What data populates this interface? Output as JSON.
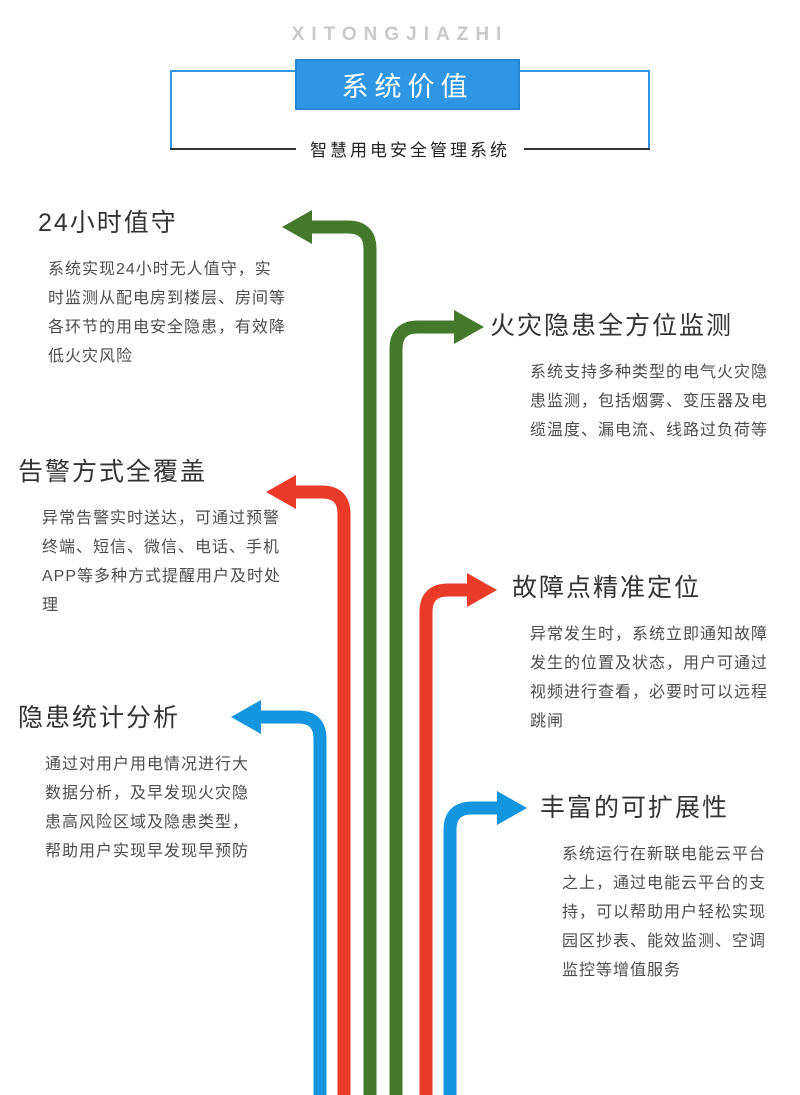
{
  "header": {
    "watermark": "XITONGJIAZHI",
    "title": "系统价值",
    "subtitle": "智慧用电安全管理系统"
  },
  "colors": {
    "green": "#44792b",
    "red": "#e93b28",
    "blue": "#1495e0",
    "title_bg": "#2e96e4",
    "bracket": "#2e96e4"
  },
  "features": {
    "left": [
      {
        "title": "24小时值守",
        "body": "系统实现24小时无人值守，实时监测从配电房到楼层、房间等各环节的用电安全隐患，有效降低火灾风险"
      },
      {
        "title": "告警方式全覆盖",
        "body": "异常告警实时送达，可通过预警终端、短信、微信、电话、手机APP等多种方式提醒用户及时处理"
      },
      {
        "title": "隐患统计分析",
        "body": "通过对用户用电情况进行大数据分析，及早发现火灾隐患高风险区域及隐患类型，帮助用户实现早发现早预防"
      }
    ],
    "right": [
      {
        "title": "火灾隐患全方位监测",
        "body": "系统支持多种类型的电气火灾隐患监测，包括烟雾、变压器及电缆温度、漏电流、线路过负荷等"
      },
      {
        "title": "故障点精准定位",
        "body": "异常发生时，系统立即通知故障发生的位置及状态，用户可通过视频进行查看，必要时可以远程跳闸"
      },
      {
        "title": "丰富的可扩展性",
        "body": "系统运行在新联电能云平台之上，通过电能云平台的支持，可以帮助用户轻松实现园区抄表、能效监测、空调监控等增值服务"
      }
    ]
  }
}
